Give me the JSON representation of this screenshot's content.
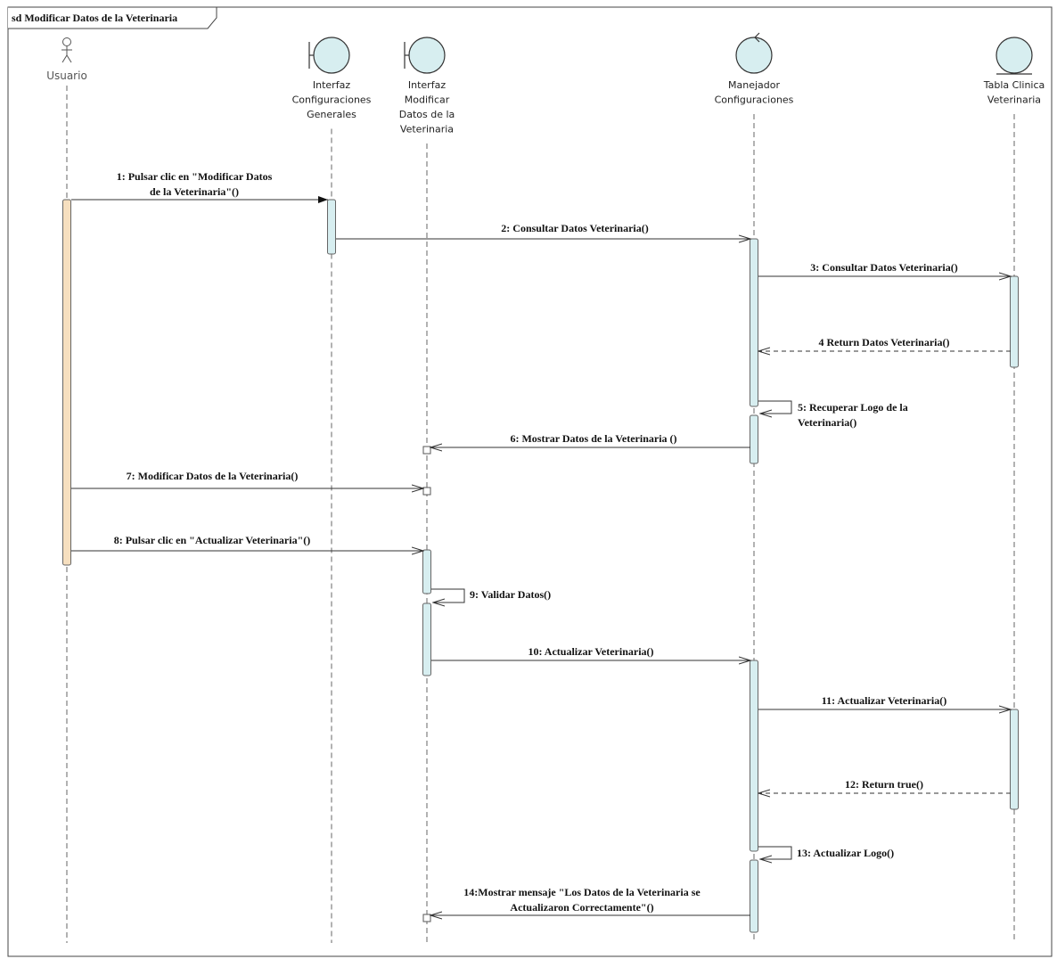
{
  "frame": {
    "title": "sd Modificar Datos de la Veterinaria"
  },
  "lifelines": [
    {
      "id": "usuario",
      "kind": "actor",
      "label_lines": [
        "Usuario"
      ]
    },
    {
      "id": "if_config",
      "kind": "boundary",
      "label_lines": [
        "Interfaz",
        "Configuraciones",
        "Generales"
      ]
    },
    {
      "id": "if_modificar",
      "kind": "boundary",
      "label_lines": [
        "Interfaz",
        "Modificar",
        "Datos de la",
        "Veterinaria"
      ]
    },
    {
      "id": "manejador",
      "kind": "control",
      "label_lines": [
        "Manejador",
        "Configuraciones"
      ]
    },
    {
      "id": "tabla",
      "kind": "entity",
      "label_lines": [
        "Tabla Clinica",
        "Veterinaria"
      ]
    }
  ],
  "messages": [
    {
      "from": "usuario",
      "to": "if_config",
      "type": "sync",
      "label_lines": [
        "1: Pulsar clic en \"Modificar Datos",
        "de la Veterinaria\"()"
      ]
    },
    {
      "from": "if_config",
      "to": "manejador",
      "type": "async",
      "label_lines": [
        "2: Consultar Datos Veterinaria()"
      ]
    },
    {
      "from": "manejador",
      "to": "tabla",
      "type": "async",
      "label_lines": [
        "3: Consultar Datos Veterinaria()"
      ]
    },
    {
      "from": "tabla",
      "to": "manejador",
      "type": "return",
      "label_lines": [
        "4 Return Datos Veterinaria()"
      ]
    },
    {
      "from": "manejador",
      "to": "manejador",
      "type": "self",
      "label_lines": [
        "5: Recuperar Logo de la",
        "Veterinaria()"
      ]
    },
    {
      "from": "manejador",
      "to": "if_modificar",
      "type": "async",
      "label_lines": [
        "6: Mostrar Datos de la Veterinaria ()"
      ]
    },
    {
      "from": "usuario",
      "to": "if_modificar",
      "type": "async",
      "label_lines": [
        "7: Modificar Datos de la Veterinaria()"
      ]
    },
    {
      "from": "usuario",
      "to": "if_modificar",
      "type": "async",
      "label_lines": [
        "8: Pulsar clic en \"Actualizar Veterinaria\"()"
      ]
    },
    {
      "from": "if_modificar",
      "to": "if_modificar",
      "type": "self",
      "label_lines": [
        "9: Validar Datos()"
      ]
    },
    {
      "from": "if_modificar",
      "to": "manejador",
      "type": "async",
      "label_lines": [
        "10: Actualizar Veterinaria()"
      ]
    },
    {
      "from": "manejador",
      "to": "tabla",
      "type": "async",
      "label_lines": [
        "11: Actualizar Veterinaria()"
      ]
    },
    {
      "from": "tabla",
      "to": "manejador",
      "type": "return",
      "label_lines": [
        "12: Return true()"
      ]
    },
    {
      "from": "manejador",
      "to": "manejador",
      "type": "self",
      "label_lines": [
        "13: Actualizar Logo()"
      ]
    },
    {
      "from": "manejador",
      "to": "if_modificar",
      "type": "async",
      "label_lines": [
        "14:Mostrar mensaje \"Los Datos de la Veterinaria se",
        "Actualizaron Correctamente\"()"
      ]
    }
  ],
  "colors": {
    "activation_actor": "#f6dfbf",
    "activation": "#d7eef0",
    "symbol_fill": "#d7eef0",
    "line": "#555555"
  }
}
